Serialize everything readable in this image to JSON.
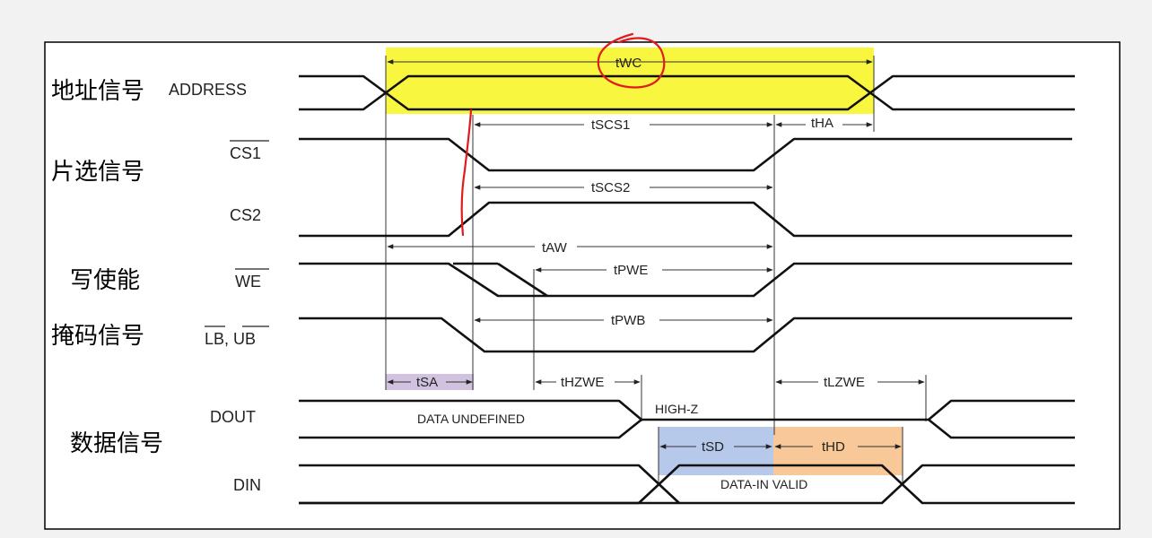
{
  "labels": {
    "address_cn": "地址信号",
    "address": "ADDRESS",
    "chipselect_cn": "片选信号",
    "cs1": "CS1",
    "cs2": "CS2",
    "write_enable_cn": "写使能",
    "we": "WE",
    "mask_cn": "掩码信号",
    "lb_ub": "LB, UB",
    "data_cn": "数据信号",
    "dout": "DOUT",
    "din": "DIN"
  },
  "timings": {
    "twc": "tWC",
    "tscs1": "tSCS1",
    "tha": "tHA",
    "tscs2": "tSCS2",
    "taw": "tAW",
    "tpwe": "tPWE",
    "tpwb": "tPWB",
    "tsa": "tSA",
    "thzwe": "tHZWE",
    "tlzwe": "tLZWE",
    "tsd": "tSD",
    "thd": "tHD"
  },
  "data_text": {
    "undefined": "DATA UNDEFINED",
    "highz": "HIGH-Z",
    "valid": "DATA-IN VALID"
  },
  "colors": {
    "twc_highlight": "#f7f51c",
    "tsd_highlight": "#a9bfe6",
    "thd_highlight": "#f7c28d",
    "tsa_highlight": "#c9b8da",
    "annotation_ink": "#e3191c"
  }
}
